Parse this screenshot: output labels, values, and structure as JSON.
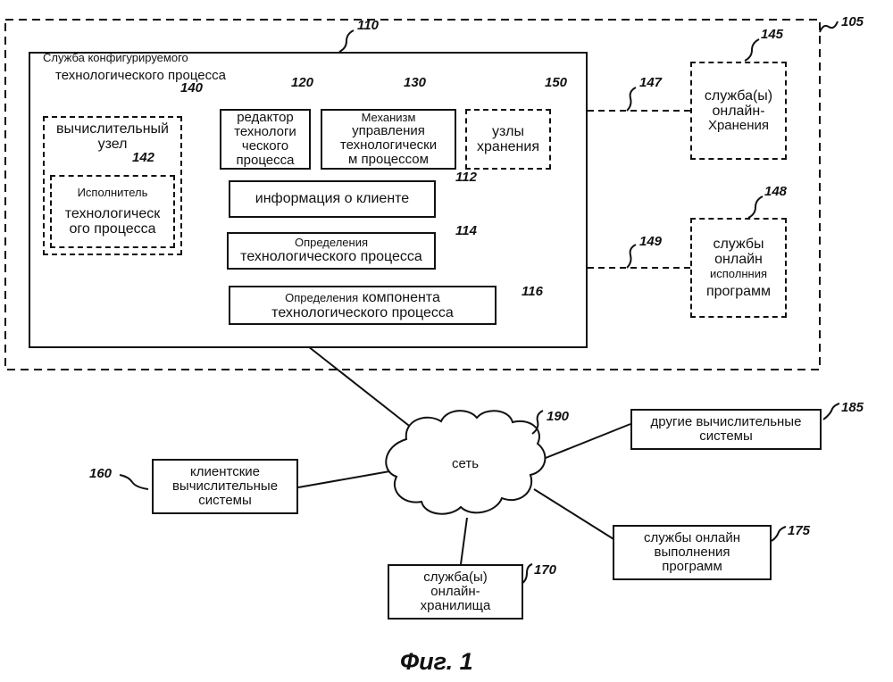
{
  "figure": {
    "caption": "Фиг. 1"
  },
  "service": {
    "ref": "110",
    "title_l1": "Служба конфигурируемого",
    "title_l2": "технологического процесса"
  },
  "outer_env": {
    "ref": "105"
  },
  "compute_node": {
    "ref": "140",
    "l1": "вычислительный",
    "l2": "узел"
  },
  "executor": {
    "ref": "142",
    "l1": "Исполнитель",
    "l2": "технологическ",
    "l3": "ого процесса"
  },
  "editor": {
    "ref": "120",
    "l1": "редактор",
    "l2": "технологи",
    "l3": "ческого",
    "l4": "процесса"
  },
  "engine": {
    "ref": "130",
    "l1": "Механизм",
    "l2": "управления",
    "l3": "технологически",
    "l4": "м процессом"
  },
  "storage_nodes": {
    "ref": "150",
    "l1": "узлы",
    "l2": "хранения"
  },
  "client_info": {
    "ref": "112",
    "label": "информация о клиенте"
  },
  "process_defs": {
    "ref": "114",
    "l1": "Определения",
    "l2": "технологического процесса"
  },
  "component_defs": {
    "ref": "116",
    "l1a": "Определения",
    "l1b": "компонента",
    "l2": "технологического процесса"
  },
  "online_storage": {
    "ref": "145",
    "l1": "служба(ы)",
    "l2": "онлайн-",
    "l3": "Хранения"
  },
  "online_exec": {
    "ref": "148",
    "l1": "службы",
    "l2": "онлайн",
    "l3": "исполнния",
    "l4": "программ"
  },
  "links": {
    "storage_link": "147",
    "exec_link": "149"
  },
  "network": {
    "ref": "190",
    "label": "сеть"
  },
  "other_systems": {
    "ref": "185",
    "l1": "другие вычислительные",
    "l2": "системы"
  },
  "client_systems": {
    "ref": "160",
    "l1": "клиентские",
    "l2": "вычислительные",
    "l3": "системы"
  },
  "exec_services": {
    "ref": "175",
    "l1": "службы онлайн",
    "l2": "выполнения",
    "l3": "программ"
  },
  "storage_services": {
    "ref": "170",
    "l1": "служба(ы)",
    "l2": "онлайн-",
    "l3": "хранилища"
  }
}
